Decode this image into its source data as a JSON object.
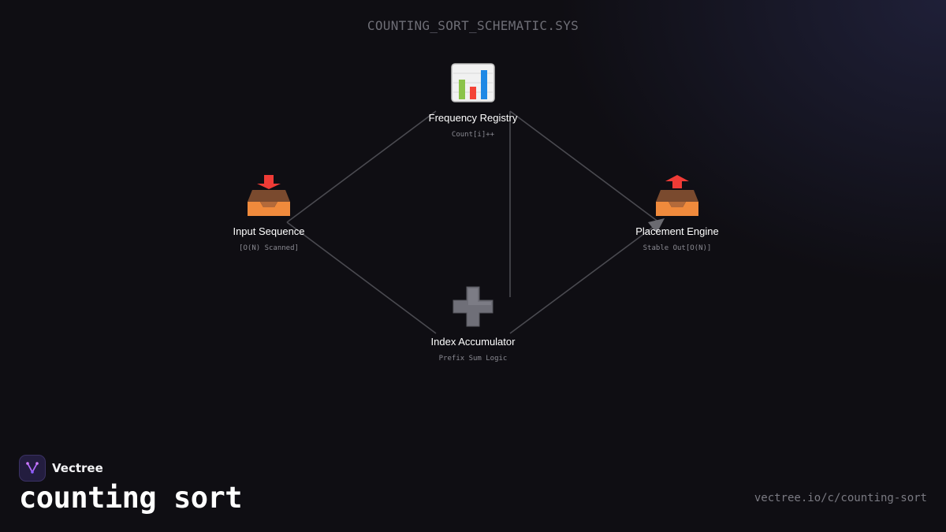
{
  "diagram": {
    "title": "COUNTING_SORT_SCHEMATIC.SYS",
    "nodes": [
      {
        "id": "frequency",
        "label": "Frequency Registry",
        "sub": "Count[i]++",
        "icon": "bar-chart-icon"
      },
      {
        "id": "input",
        "label": "Input Sequence",
        "sub": "[O(N) Scanned]",
        "icon": "inbox-tray-icon"
      },
      {
        "id": "placement",
        "label": "Placement Engine",
        "sub": "Stable Out[O(N)]",
        "icon": "outbox-tray-icon"
      },
      {
        "id": "accumulator",
        "label": "Index Accumulator",
        "sub": "Prefix Sum Logic",
        "icon": "plus-icon"
      }
    ],
    "edges": [
      {
        "from": "input",
        "to": "frequency"
      },
      {
        "from": "input",
        "to": "accumulator"
      },
      {
        "from": "frequency",
        "to": "accumulator"
      },
      {
        "from": "frequency",
        "to": "placement"
      },
      {
        "from": "accumulator",
        "to": "placement"
      }
    ],
    "colors": {
      "background": "#0f0e13",
      "edge": "#4a4a50",
      "arrow": "#6a6a70"
    }
  },
  "footer": {
    "brand": "Vectree",
    "title": "counting sort",
    "url": "vectree.io/c/counting-sort"
  }
}
